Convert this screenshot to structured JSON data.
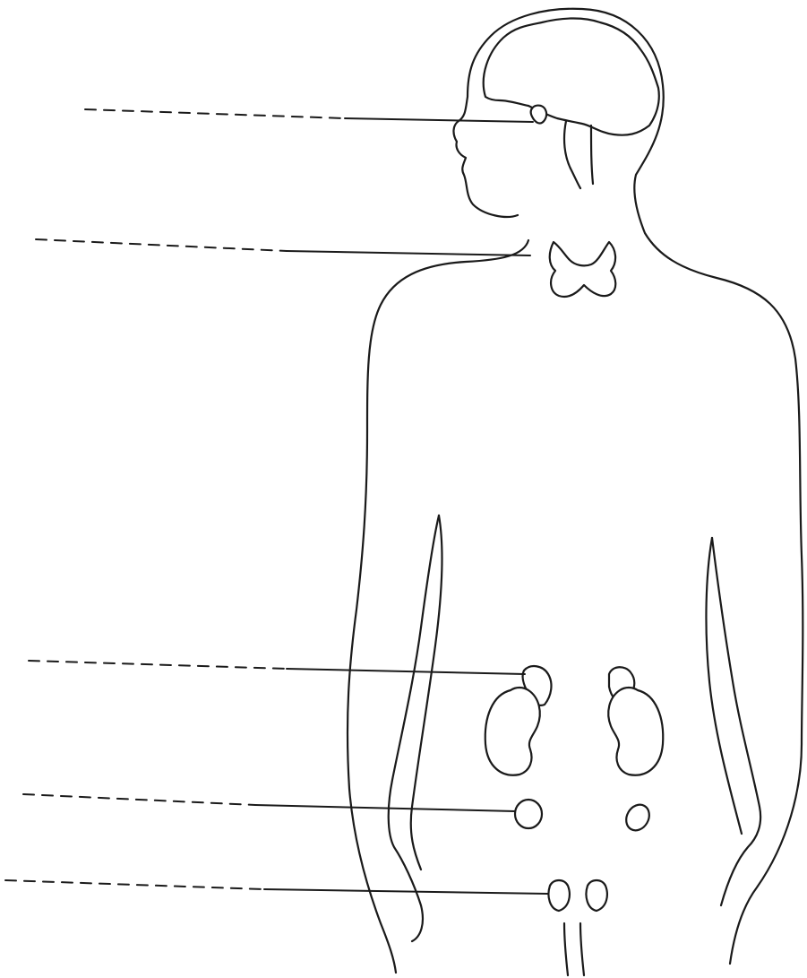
{
  "diagram": {
    "labels": [
      {
        "id": "pituitary",
        "text": ""
      },
      {
        "id": "thyroid",
        "text": ""
      },
      {
        "id": "adrenal",
        "text": ""
      },
      {
        "id": "ovary",
        "text": ""
      },
      {
        "id": "testis",
        "text": ""
      }
    ],
    "colors": {
      "line": "#1a1a1a",
      "background": "#ffffff"
    }
  }
}
